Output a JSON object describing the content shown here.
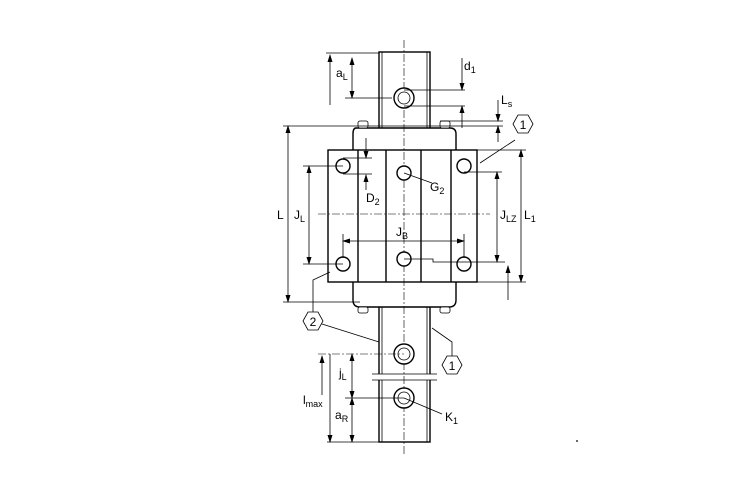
{
  "labels": {
    "aL": {
      "main": "a",
      "sub": "L"
    },
    "d1": {
      "main": "d",
      "sub": "1"
    },
    "Ls": {
      "main": "L",
      "sub": "s"
    },
    "callout1_top": "1",
    "L": {
      "main": "L",
      "sub": ""
    },
    "JL": {
      "main": "J",
      "sub": "L"
    },
    "D2": {
      "main": "D",
      "sub": "2"
    },
    "G2": {
      "main": "G",
      "sub": "2"
    },
    "JB": {
      "main": "J",
      "sub": "B"
    },
    "JLZ": {
      "main": "J",
      "sub": "LZ"
    },
    "L1": {
      "main": "L",
      "sub": "1"
    },
    "callout2": "2",
    "callout1_bottom": "1",
    "jL": {
      "main": "j",
      "sub": "L"
    },
    "lmax": {
      "main": "l",
      "sub": "max"
    },
    "aR": {
      "main": "a",
      "sub": "R"
    },
    "K1": {
      "main": "K",
      "sub": "1"
    }
  }
}
